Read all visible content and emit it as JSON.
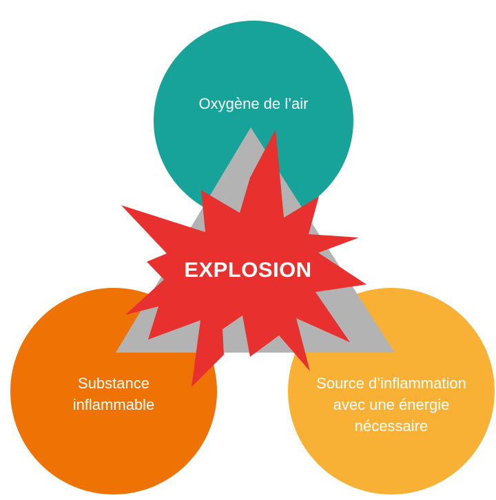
{
  "colors": {
    "background": "#ffffff",
    "oxygen": "#17a39a",
    "substance": "#ef7304",
    "source": "#f8b134",
    "triangle": "#b3b3b3",
    "explosion": "#e8302f",
    "text": "#ffffff"
  },
  "diagram": {
    "center": "EXPLOSION",
    "circles": {
      "oxygen": {
        "lines": [
          "Oxygène de l’air"
        ]
      },
      "substance": {
        "lines": [
          "Substance",
          "inflammable"
        ]
      },
      "source": {
        "lines": [
          "Source d’inflammation",
          "avec une énergie",
          "nécessaire"
        ]
      }
    }
  }
}
